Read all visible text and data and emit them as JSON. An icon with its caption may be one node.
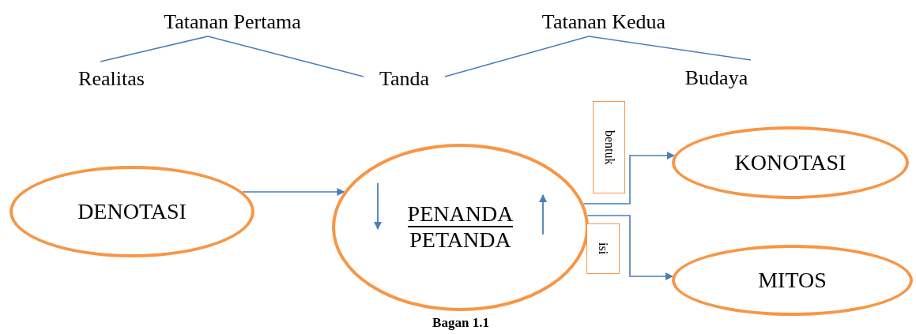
{
  "diagram": {
    "caption": "Bagan 1.1",
    "nodes": [
      {
        "text": [
          "Tatanan Pertama"
        ]
      },
      {
        "text": [
          "Tatanan Kedua"
        ]
      },
      {
        "text": [
          "Realitas"
        ]
      },
      {
        "text": [
          "Tanda"
        ]
      },
      {
        "text": [
          "Budaya"
        ]
      },
      {
        "text": [
          "DENOTASI"
        ]
      },
      {
        "text": [
          "PENANDA",
          "PETANDA"
        ]
      },
      {
        "text": [
          "KONOTASI"
        ]
      },
      {
        "text": [
          "MITOS"
        ]
      },
      {
        "text": [
          "bentuk"
        ]
      },
      {
        "text": [
          "isi"
        ]
      }
    ],
    "edges": [
      {
        "from": 0,
        "to": 2,
        "arrow": "none"
      },
      {
        "from": 0,
        "to": 3,
        "arrow": "none"
      },
      {
        "from": 1,
        "to": 3,
        "arrow": "none"
      },
      {
        "from": 1,
        "to": 4,
        "arrow": "none"
      },
      {
        "from": 5,
        "to": 6,
        "arrow": "to"
      },
      {
        "from": 6,
        "to": 7,
        "arrow": "to"
      },
      {
        "from": 6,
        "to": 8,
        "arrow": "to"
      }
    ]
  }
}
